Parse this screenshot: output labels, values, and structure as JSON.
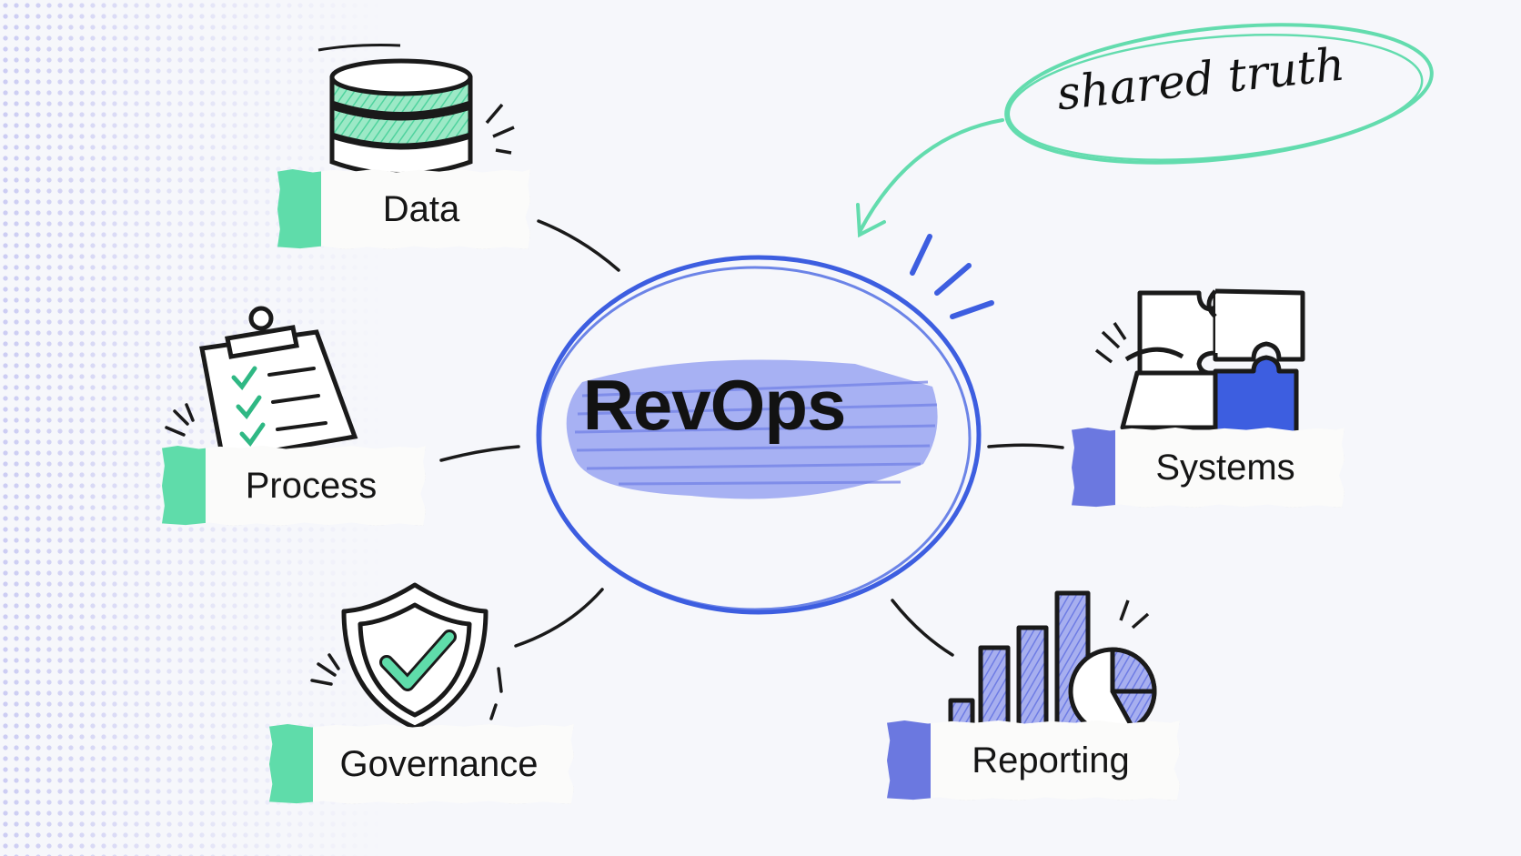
{
  "center": {
    "title": "RevOps"
  },
  "callout": {
    "text": "shared truth"
  },
  "nodes": [
    {
      "label": "Data",
      "icon": "database-icon",
      "tape_color": "#5fdcaa"
    },
    {
      "label": "Process",
      "icon": "clipboard-checklist-icon",
      "tape_color": "#5fdcaa"
    },
    {
      "label": "Governance",
      "icon": "shield-check-icon",
      "tape_color": "#5fdcaa"
    },
    {
      "label": "Systems",
      "icon": "puzzle-pieces-icon",
      "tape_color": "#6b78e0"
    },
    {
      "label": "Reporting",
      "icon": "bar-chart-pie-icon",
      "tape_color": "#6b78e0"
    }
  ],
  "colors": {
    "accent_green": "#5fdcaa",
    "accent_blue": "#3d5ee0",
    "scribble_fill": "#8f9cf0",
    "background": "#f6f7fb"
  }
}
